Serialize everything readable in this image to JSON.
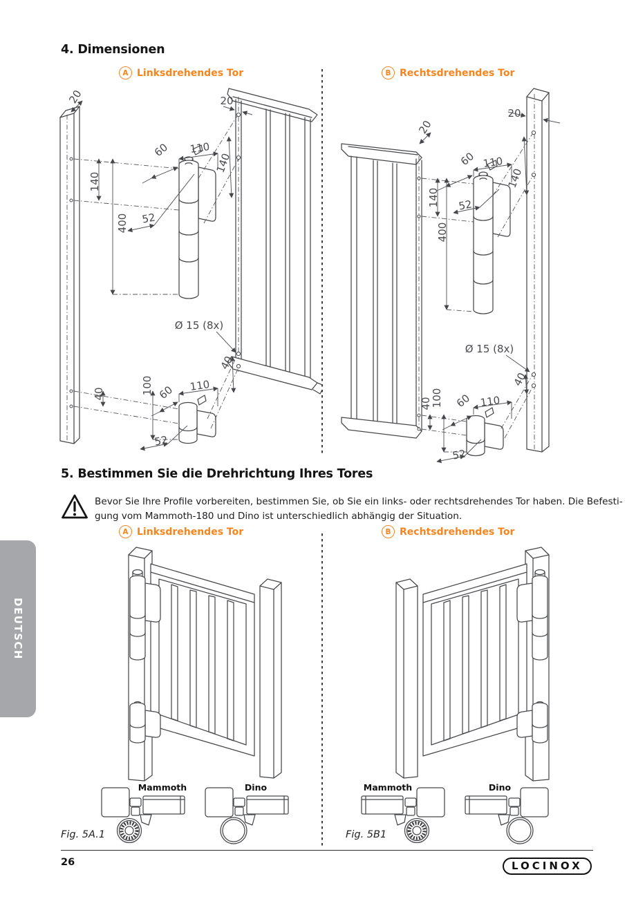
{
  "colors": {
    "accent": "#F5851F",
    "tab_gray": "#A5A7AA",
    "line": "#46474a"
  },
  "sidebar": {
    "language_tab": "DEUTSCH"
  },
  "section4": {
    "heading": "4. Dimensionen",
    "left_label": {
      "letter": "A",
      "text": "Linksdrehendes Tor"
    },
    "right_label": {
      "letter": "B",
      "text": "Rechtsdrehendes Tor"
    },
    "dims": {
      "post_thickness": "20",
      "gate_profile": "20",
      "hinge_depth": "60",
      "hinge_width": "110",
      "post_hole_spacing": "140",
      "gate_hole_spacing": "140",
      "hinge_length": "400",
      "hinge_diameter": "52",
      "hole_diameter": "Ø 15 (8x)",
      "gate_bottom_offset": "40",
      "post_bottom_offset": "40",
      "bottom_hinge_height": "100",
      "bottom_hinge_depth": "60",
      "bottom_hinge_width": "110",
      "bottom_hinge_diameter": "52"
    }
  },
  "section5": {
    "heading": "5. Bestimmen Sie die Drehrichtung Ihres Tores",
    "warning_line1": "Bevor Sie Ihre Profile vorbereiten, bestimmen Sie, ob Sie ein links- oder rechtsdrehendes Tor haben. Die Befesti-",
    "warning_line2": "gung vom Mammoth-180 und Dino ist unterschiedlich abhängig der Situation.",
    "left_label": {
      "letter": "A",
      "text": "Linksdrehendes Tor"
    },
    "right_label": {
      "letter": "B",
      "text": "Rechtsdrehendes Tor"
    },
    "left_fig": {
      "mammoth": "Mammoth",
      "dino": "Dino",
      "caption": "Fig. 5A.1"
    },
    "right_fig": {
      "mammoth": "Mammoth",
      "dino": "Dino",
      "caption": "Fig. 5B1"
    }
  },
  "footer": {
    "page_number": "26",
    "logo_text": "LOCINOX"
  }
}
